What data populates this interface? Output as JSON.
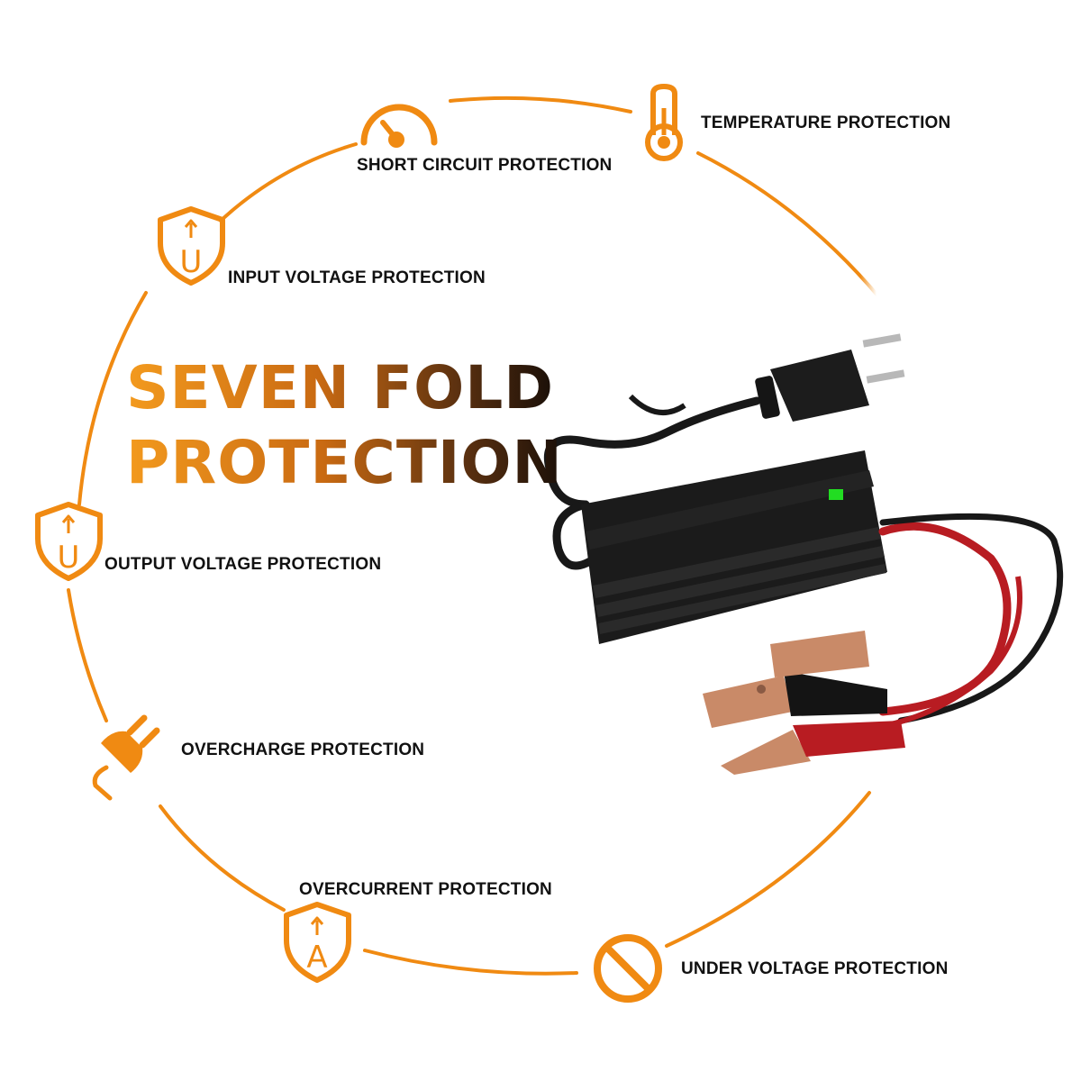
{
  "headline": {
    "line1": "SEVEN FOLD",
    "line2": "PROTECTION"
  },
  "features": [
    {
      "label": "SHORT CIRCUIT PROTECTION",
      "icon": "gauge-icon"
    },
    {
      "label": "TEMPERATURE PROTECTION",
      "icon": "thermometer-icon"
    },
    {
      "label": "INPUT VOLTAGE PROTECTION",
      "icon": "shield-voltage-icon"
    },
    {
      "label": "OUTPUT VOLTAGE PROTECTION",
      "icon": "shield-voltage-icon"
    },
    {
      "label": "OVERCHARGE PROTECTION",
      "icon": "plug-icon"
    },
    {
      "label": "OVERCURRENT PROTECTION",
      "icon": "shield-ampere-icon"
    },
    {
      "label": "UNDER VOLTAGE PROTECTION",
      "icon": "prohibited-icon"
    }
  ],
  "icon_letters": {
    "voltage": "U",
    "current": "A"
  },
  "colors": {
    "accent": "#f08a12",
    "text": "#111111",
    "charger_body": "#1b1b1b",
    "indicator_led": "#22dd22",
    "red_wire": "#b81c22",
    "clamp_copper": "#c98a68"
  }
}
